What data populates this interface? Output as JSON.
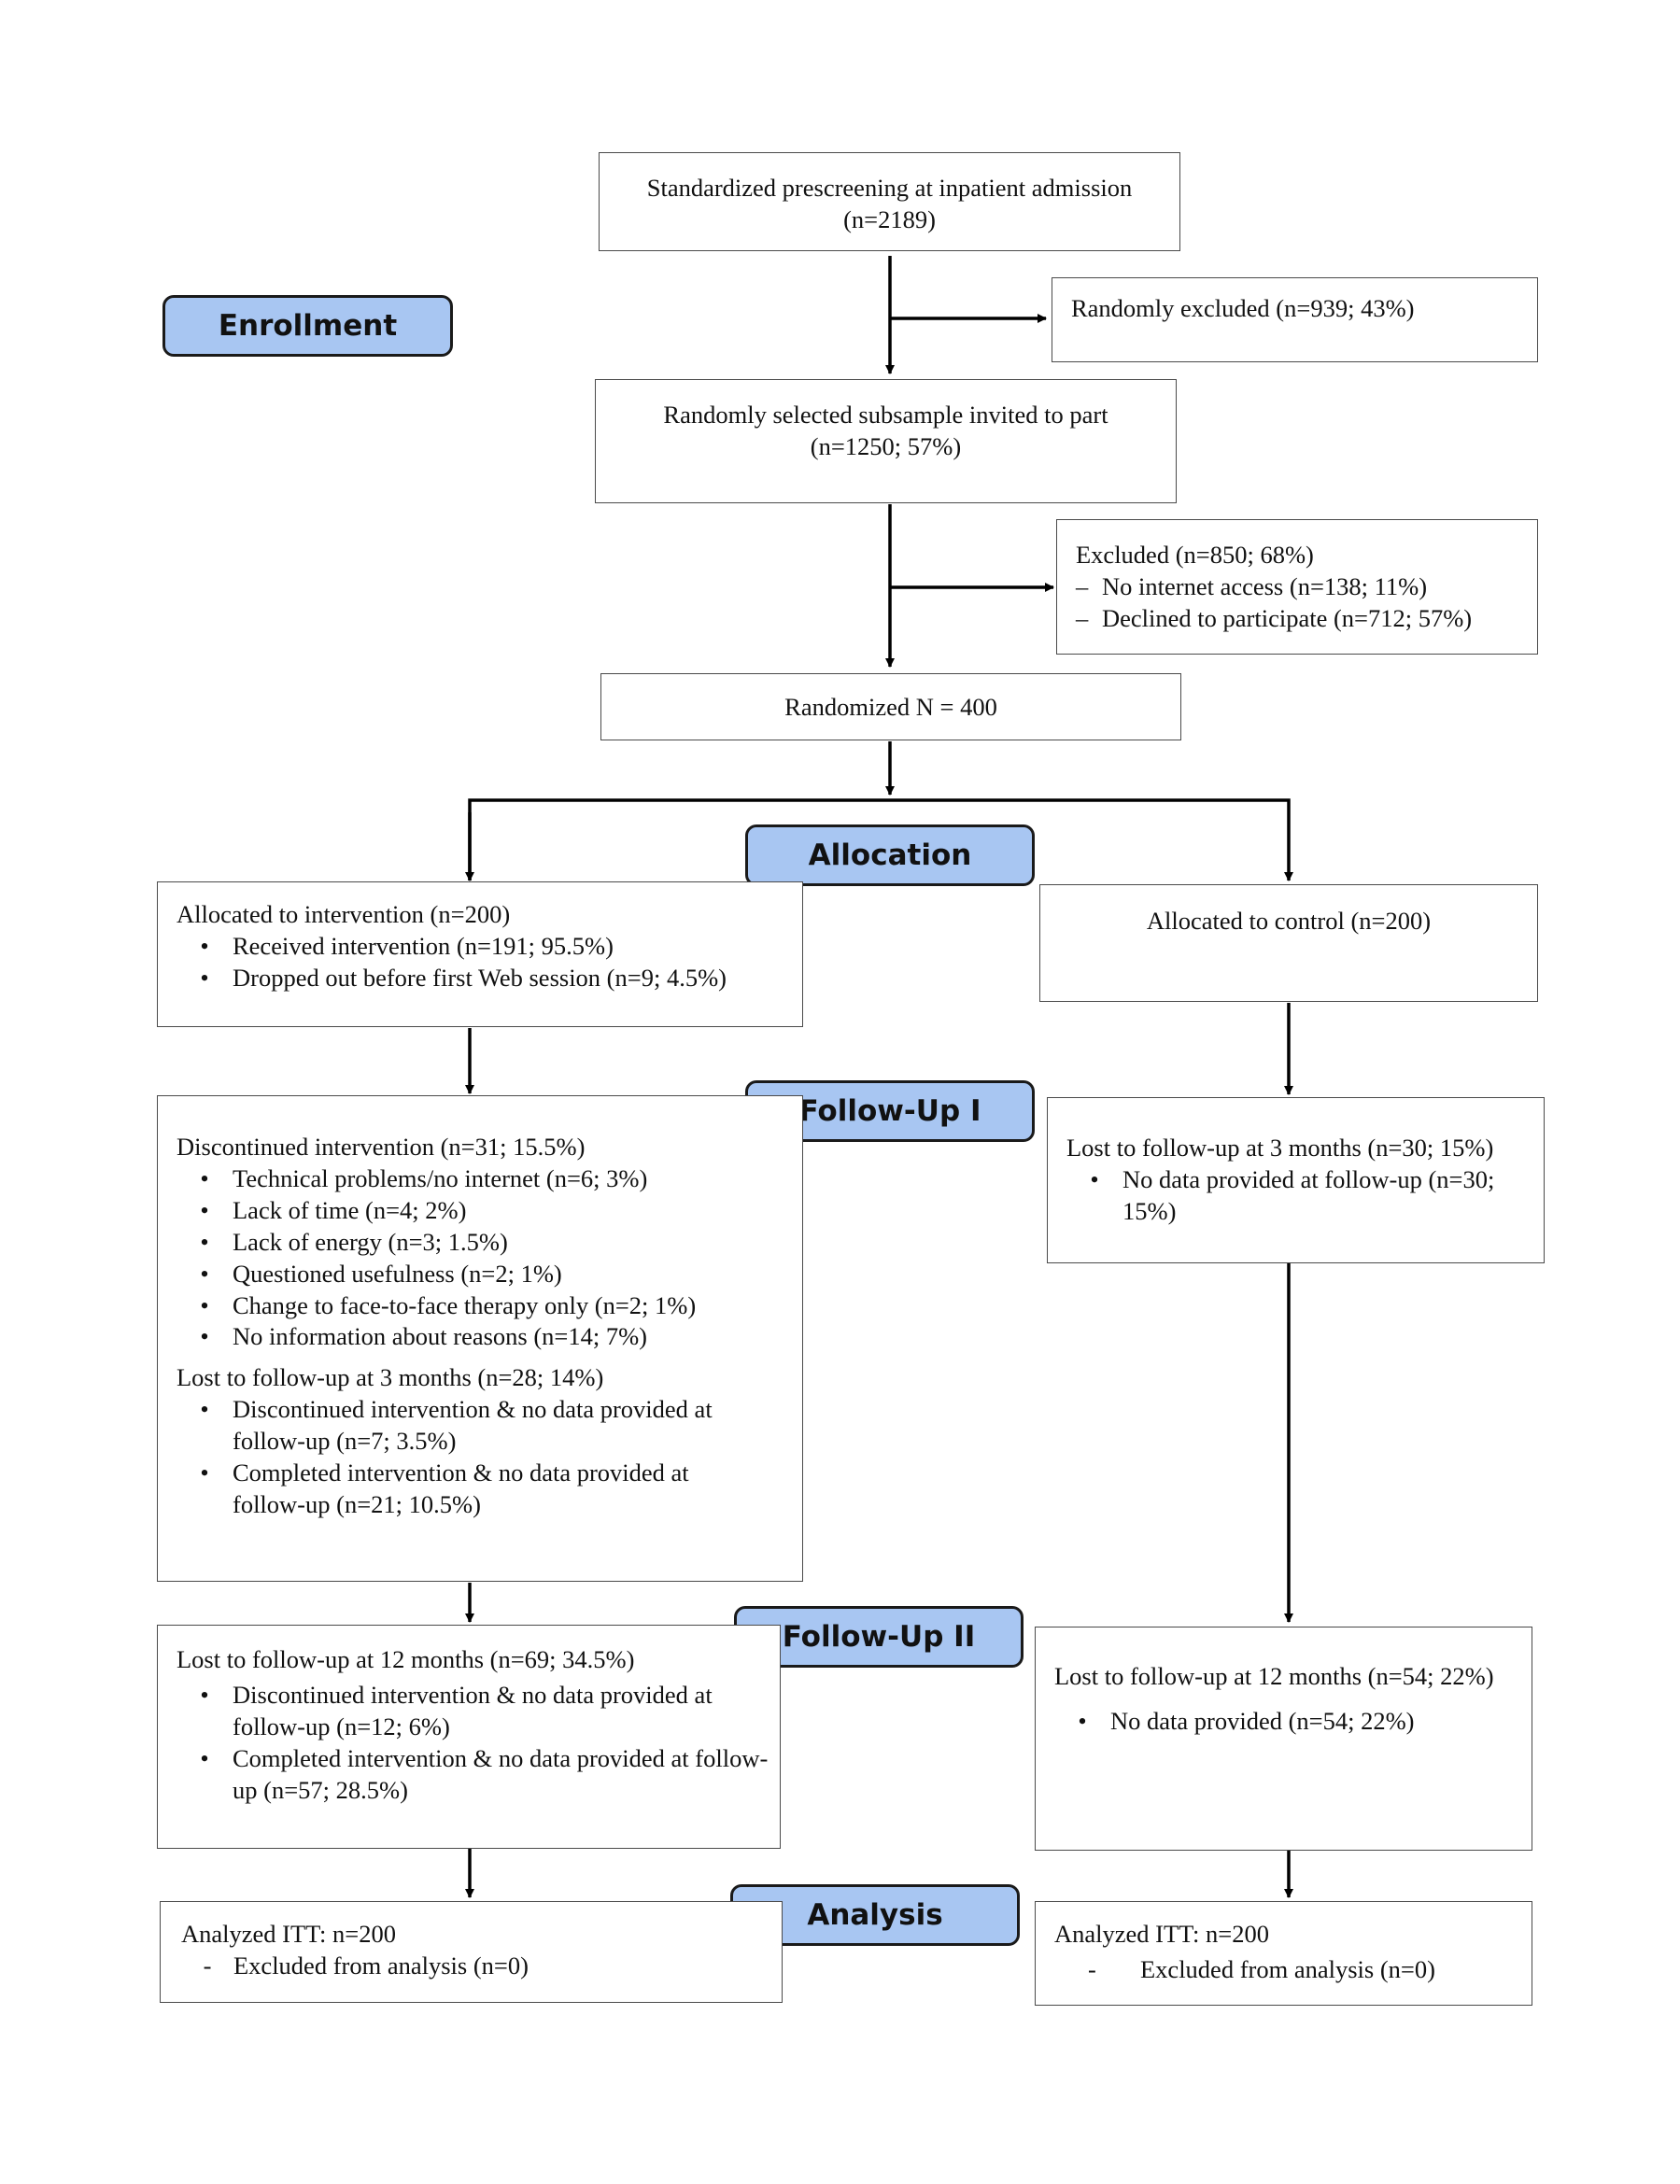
{
  "stages": {
    "enrollment": "Enrollment",
    "allocation": "Allocation",
    "followup1": "Follow-Up I",
    "followup2": "Follow-Up II",
    "analysis": "Analysis"
  },
  "prescreening": {
    "line1": "Standardized prescreening at inpatient admission",
    "line2": "(n=2189)"
  },
  "excluded_random": "Randomly excluded (n=939; 43%)",
  "subsample": {
    "line1": "Randomly selected subsample invited to part",
    "line2": "(n=1250; 57%)"
  },
  "excluded": {
    "title": "Excluded (n=850; 68%)",
    "items": [
      "No internet access (n=138; 11%)",
      "Declined to participate (n=712; 57%)"
    ]
  },
  "randomized": "Randomized N = 400",
  "alloc_intervention": {
    "title": "Allocated to intervention (n=200)",
    "items": [
      "Received intervention (n=191; 95.5%)",
      "Dropped out before first Web session (n=9; 4.5%)"
    ]
  },
  "alloc_control": "Allocated to control (n=200)",
  "fu1_intervention": {
    "discontinued_title": "Discontinued intervention (n=31; 15.5%)",
    "discontinued_items": [
      "Technical problems/no internet (n=6; 3%)",
      "Lack of time (n=4; 2%)",
      "Lack of energy (n=3; 1.5%)",
      "Questioned usefulness (n=2; 1%)",
      "Change to face-to-face therapy only (n=2; 1%)",
      "No information about reasons (n=14; 7%)"
    ],
    "lost_title": "Lost to follow-up at 3 months (n=28; 14%)",
    "lost_items": [
      "Discontinued intervention & no data provided at follow-up (n=7; 3.5%)",
      "Completed intervention & no data provided at follow-up (n=21; 10.5%)"
    ]
  },
  "fu1_control": {
    "title": "Lost to follow-up at 3 months (n=30; 15%)",
    "items": [
      "No data provided at follow-up (n=30; 15%)"
    ]
  },
  "fu2_intervention": {
    "title": "Lost to follow-up at 12 months (n=69; 34.5%)",
    "items": [
      "Discontinued intervention & no data provided at follow-up (n=12; 6%)",
      "Completed intervention & no data provided at follow-up (n=57; 28.5%)"
    ]
  },
  "fu2_control": {
    "title": "Lost to follow-up at 12 months (n=54; 22%)",
    "items": [
      "No data provided (n=54; 22%)"
    ]
  },
  "analysis_intervention": {
    "title": "Analyzed ITT: n=200",
    "items": [
      "Excluded from analysis (n=0)"
    ]
  },
  "analysis_control": {
    "title": "Analyzed ITT: n=200",
    "items": [
      "Excluded from analysis (n=0)"
    ]
  }
}
